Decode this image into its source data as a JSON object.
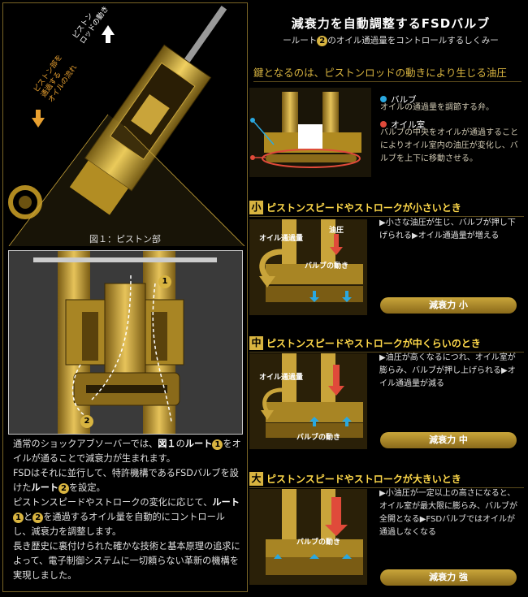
{
  "header": {
    "title": "減衰力を自動調整するFSDバルブ",
    "subtitle_prefix": "ールート",
    "subtitle_num": "2",
    "subtitle_suffix": "のオイル通過量をコントロールするしくみー"
  },
  "left": {
    "arrow_up_label": "ピストン\nロッドの動き",
    "arrow_down_label": "ピストン部を\n通過する\nオイルの流れ",
    "figure_caption": "図１：ピストン部",
    "route_num_1": "1",
    "route_num_2": "2",
    "body": {
      "p1a": "通常のショックアブソーバーでは、",
      "p1b": "図１",
      "p1c": "の",
      "p1d": "ルート",
      "p1e": "をオイルが通ることで減衰力が生まれます。",
      "p2a": "FSDはそれに並行して、特許機構であるFSDバルブを設けた",
      "p2b": "ルート",
      "p2c": "を設定。",
      "p3a": "ピストンスピードやストロークの変化に応じて、",
      "p3b": "ルート",
      "p3c": "と",
      "p3d": "を通過するオイル量を自動的にコントロールし、減衰力を調整します。",
      "p4": "長き歴史に裏付けられた確かな技術と基本原理の追求によって、電子制御システムに一切頼らない革新の機構を実現しました。"
    }
  },
  "key": {
    "heading": "鍵となるのは、ピストンロッドの動きにより生じる油圧",
    "valve_title": "バルブ",
    "valve_desc": "オイルの通過量を調節する弁。",
    "chamber_title": "オイル室",
    "chamber_desc": "バルブの中央をオイルが通過することによりオイル室内の油圧が変化し、バルブを上下に移動させる。",
    "valve_color": "#2aa8e0",
    "chamber_color": "#e04a3a"
  },
  "sections": [
    {
      "kanji": "小",
      "title": "ピストンスピードやストロークが小さいとき",
      "desc": "▶小さな油圧が生じ、バルブが押し下げられる▶オイル通過量が増える",
      "oil_label": "オイル通過量",
      "pressure_label": "油圧",
      "valve_label": "バルブの動き",
      "badge": "減衰力 小"
    },
    {
      "kanji": "中",
      "title": "ピストンスピードやストロークが中くらいのとき",
      "desc": "▶油圧が高くなるにつれ、オイル室が膨らみ、バルブが押し上げられる▶オイル通過量が減る",
      "oil_label": "オイル通過量",
      "pressure_label": "",
      "valve_label": "バルブの動き",
      "badge": "減衰力 中"
    },
    {
      "kanji": "大",
      "title": "ピストンスピードやストロークが大きいとき",
      "desc": "▶小油圧が一定以上の高さになると、オイル室が最大限に膨らみ、バルブが全開となる▶FSDバルブではオイルが通過しなくなる",
      "oil_label": "",
      "pressure_label": "",
      "valve_label": "バルブの動き",
      "badge": "減衰力 強"
    }
  ]
}
